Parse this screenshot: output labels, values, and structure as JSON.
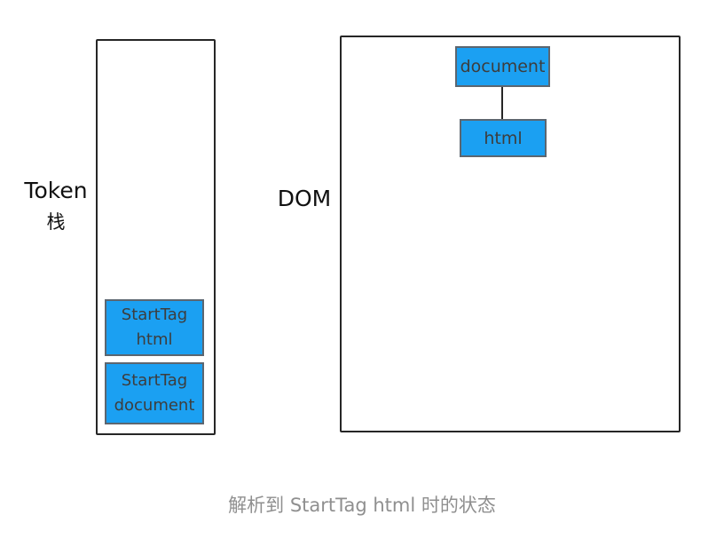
{
  "diagram": {
    "token_stack": {
      "label_line1": "Token",
      "label_line2": "栈",
      "items": [
        {
          "line1": "StartTag",
          "line2": "html"
        },
        {
          "line1": "StartTag",
          "line2": "document"
        }
      ]
    },
    "dom": {
      "label": "DOM",
      "nodes": {
        "root": "document",
        "child": "html"
      }
    },
    "caption": "解析到 StartTag html 时的状态"
  },
  "colors": {
    "node_fill": "#1ba0f2",
    "node_border": "#5c6670",
    "node_text": "#3d3d3d",
    "outline": "#262626",
    "label_text": "#111111",
    "caption_text": "#8f8f8f"
  }
}
